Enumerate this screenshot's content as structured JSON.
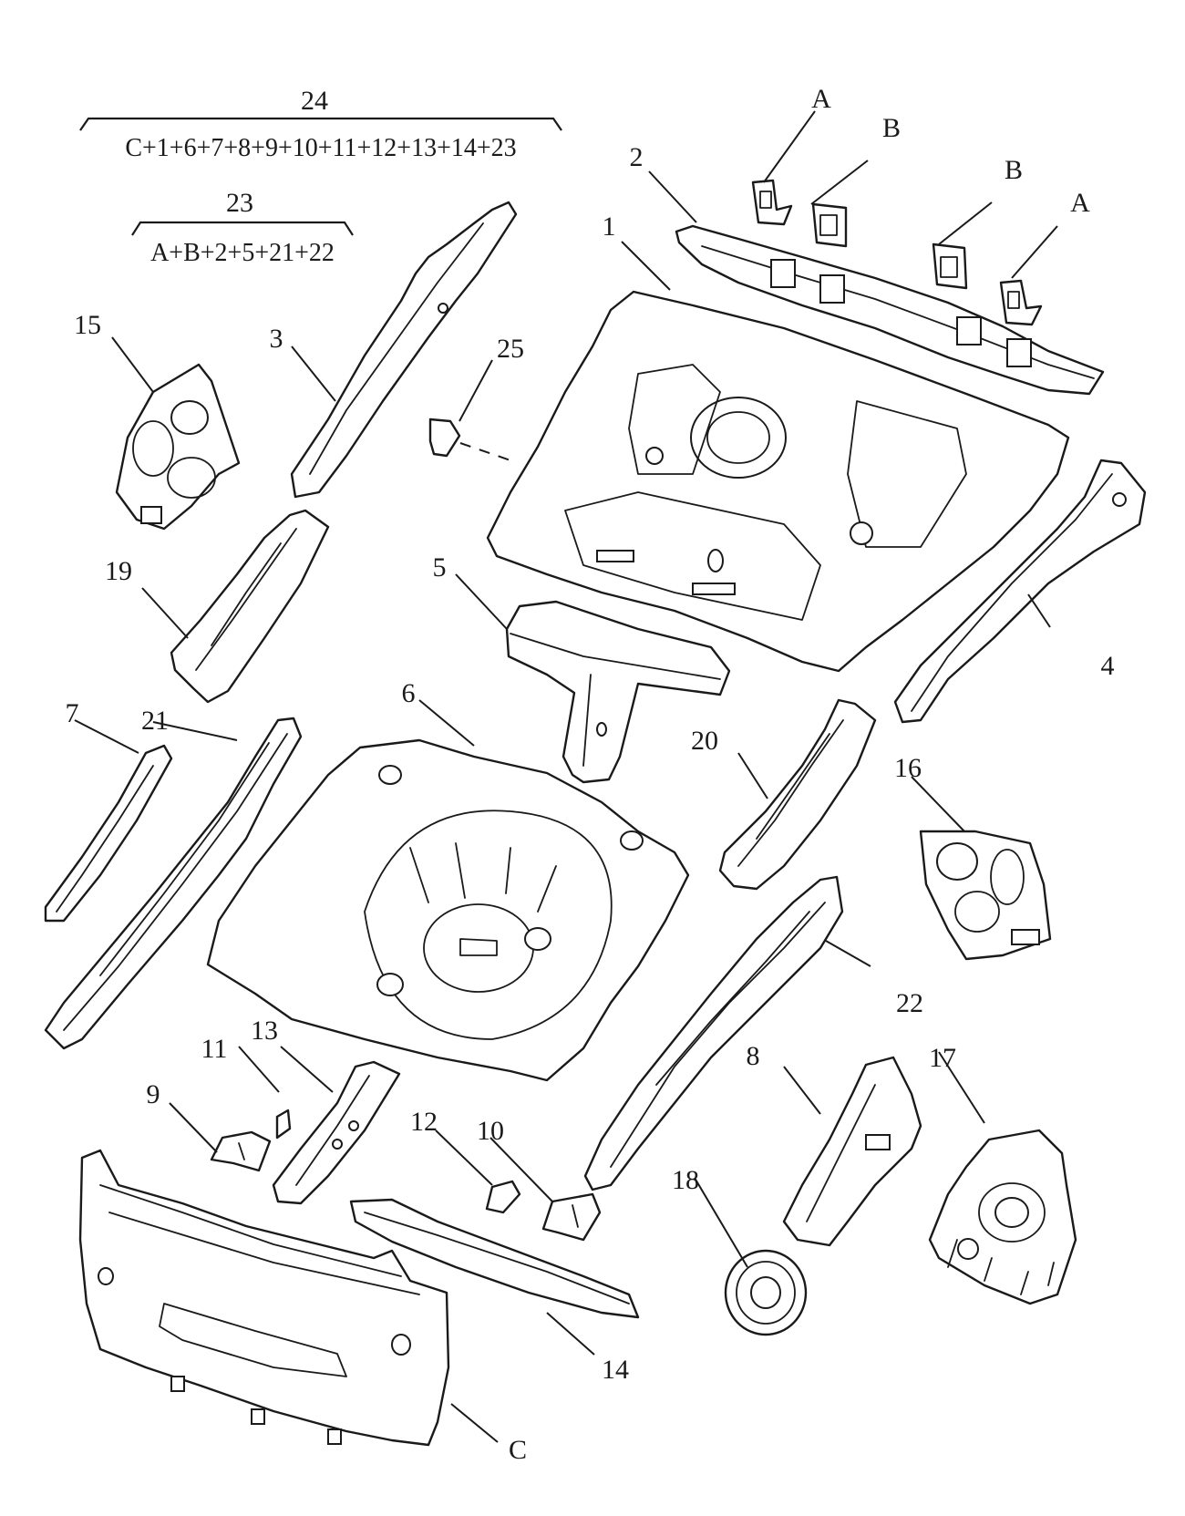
{
  "assemblies": {
    "a24": {
      "number": "24",
      "formula": "C+1+6+7+8+9+10+11+12+13+14+23"
    },
    "a23": {
      "number": "23",
      "formula": "A+B+2+5+21+22"
    }
  },
  "labels": {
    "A1": "A",
    "B1": "B",
    "B2": "B",
    "A2": "A",
    "n1": "1",
    "n2": "2",
    "n3": "3",
    "n4": "4",
    "n5": "5",
    "n6": "6",
    "n7": "7",
    "n8": "8",
    "n9": "9",
    "n10": "10",
    "n11": "11",
    "n12": "12",
    "n13": "13",
    "n14": "14",
    "n15": "15",
    "n16": "16",
    "n17": "17",
    "n18": "18",
    "n19": "19",
    "n20": "20",
    "n21": "21",
    "n22": "22",
    "n25": "25",
    "C": "C"
  },
  "colors": {
    "line": "#1a1a1a",
    "paper": "#ffffff"
  }
}
